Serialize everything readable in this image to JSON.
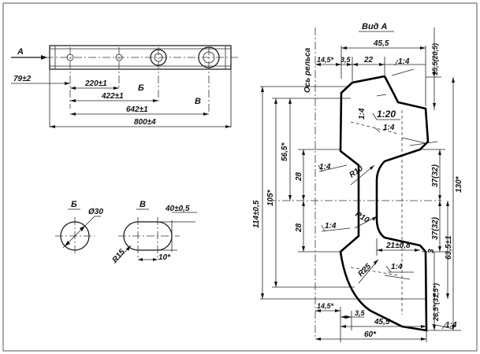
{
  "title_view": "Вид А",
  "rail_axis": "Ось рельса",
  "colors": {
    "ink": "#111111",
    "frame": "#333333"
  },
  "bar": {
    "arrow_label": "A",
    "dims": [
      "79±2",
      "220±1",
      "422±1",
      "642±1",
      "800±4"
    ],
    "section_marks": [
      "Б",
      "В"
    ]
  },
  "details": {
    "b_label": "Б",
    "b_dia": "Ø30",
    "v_label": "В",
    "v_width": "40±0,5",
    "v_radius": "R15",
    "v_offset": "10*"
  },
  "profile": {
    "top_dims": [
      "45,5",
      "14,5*",
      "3,5",
      "22"
    ],
    "top_slope": "1:4",
    "right_top": "15,5(20,5)",
    "left_overall": "114±0,5",
    "left_105": "105*",
    "left_565": "56,5*",
    "left_28a": "28",
    "left_28b": "28",
    "slope_14_vert": "1:4",
    "slope_120": "1:20",
    "slope_mid_right": "1:4",
    "slope_left_upper": "1:4",
    "radius_upper": "R10",
    "right_37a": "37(32)",
    "right_130": "130*",
    "radius_lower": "R10",
    "slope_left_lower": "1:4",
    "right_37b": "37(32)",
    "right_635": "63,5±1",
    "dim_218": "21±0,8",
    "dim_3": "3",
    "radius_r25": "R25",
    "slope_bottom_mid": "1:4",
    "right_265": "26,5*(31,5*)",
    "bottom_145": "14,5*",
    "bottom_35": "3,5",
    "bottom_455": "45,5",
    "bottom_60": "60*",
    "bottom_slope": "1:4"
  }
}
